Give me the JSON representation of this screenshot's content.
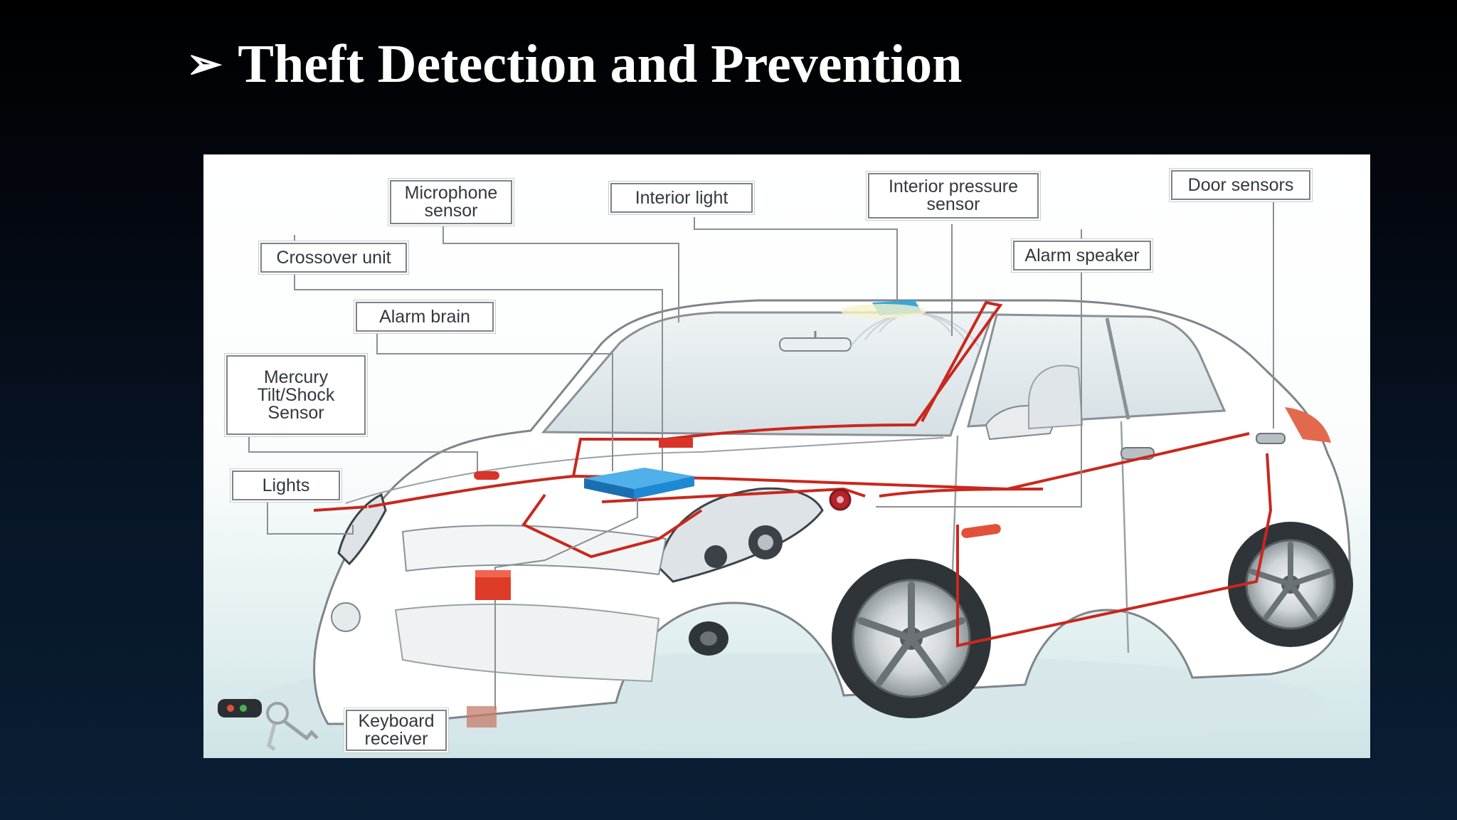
{
  "slide": {
    "bullet_symbol": "➢",
    "title": "Theft Detection and Prevention"
  },
  "diagram": {
    "labels": {
      "microphone_sensor": [
        "Microphone",
        "sensor"
      ],
      "interior_light": "Interior light",
      "interior_pressure_sensor": [
        "Interior pressure",
        "sensor"
      ],
      "door_sensors": "Door sensors",
      "crossover_unit": "Crossover unit",
      "alarm_speaker": "Alarm speaker",
      "alarm_brain": "Alarm brain",
      "mercury_sensor": [
        "Mercury",
        "Tilt/Shock",
        "Sensor"
      ],
      "lights": "Lights",
      "keyboard_receiver": [
        "Keyboard",
        "receiver"
      ]
    },
    "colors": {
      "wiring": "#c8281e",
      "leader_lines": "#8a8f92",
      "alarm_brain_unit": "#1e88d2",
      "crossover_unit_box": "#dc3c28"
    }
  }
}
